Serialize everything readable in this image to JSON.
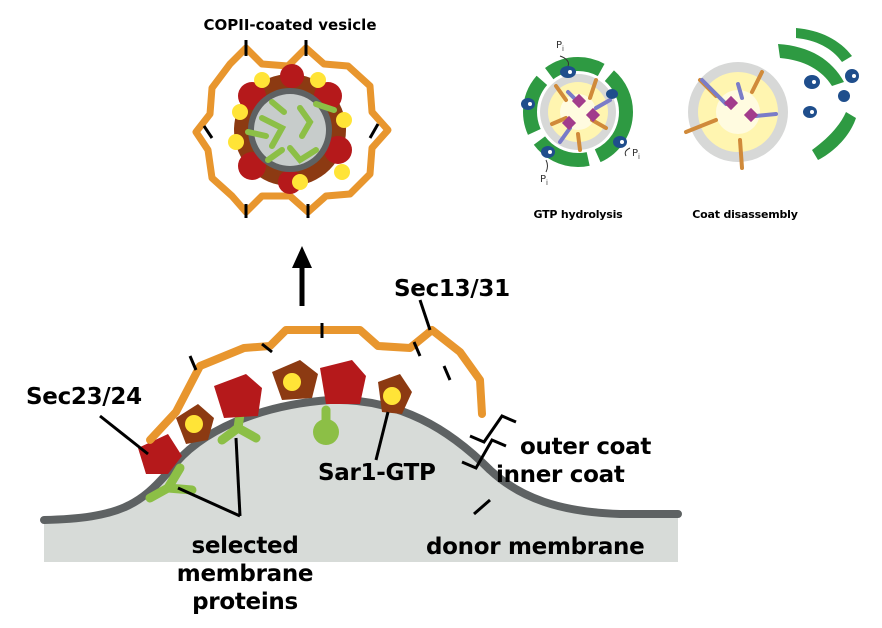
{
  "title": "COPII-coated vesicle",
  "panels": {
    "hydrolysis": "GTP hydrolysis",
    "disassembly": "Coat disassembly"
  },
  "phosphate": {
    "base": "P",
    "sub": "i"
  },
  "labels": {
    "sec13_31": "Sec13/31",
    "sec23_24": "Sec23/24",
    "sar1": "Sar1-GTP",
    "outer_coat": "outer coat",
    "inner_coat": "inner coat",
    "selected": [
      "selected",
      "membrane",
      "proteins"
    ],
    "donor": "donor membrane"
  },
  "colors": {
    "outer_coat": "#E8962E",
    "sec23": "#B5191B",
    "sec24": "#8C3A12",
    "sar1": "#FFE437",
    "cargo": "#8CBF46",
    "membrane": "#5E6263",
    "lumen": "#D7DBD8",
    "coat_green": "#2E9A42",
    "cargo_blue": "#1F4E8C",
    "stick_orange": "#D08A3A",
    "stick_purple": "#7A7CC8"
  }
}
